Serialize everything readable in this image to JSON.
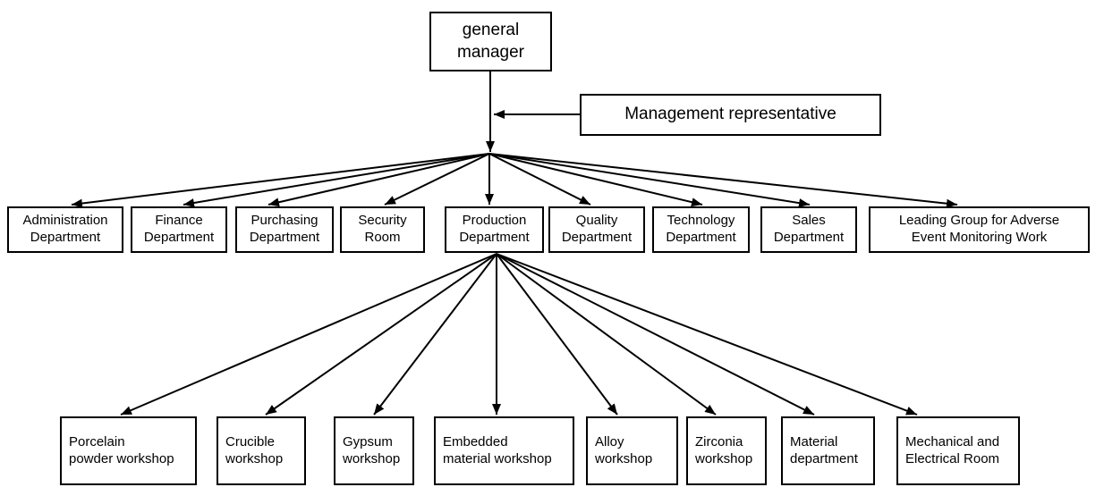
{
  "diagram": {
    "root": {
      "label": "general\nmanager"
    },
    "side_note": {
      "label": "Management representative"
    },
    "level2": [
      {
        "label": "Administration\nDepartment"
      },
      {
        "label": "Finance\nDepartment"
      },
      {
        "label": "Purchasing\nDepartment"
      },
      {
        "label": "Security\nRoom"
      },
      {
        "label": "Production\nDepartment"
      },
      {
        "label": "Quality\nDepartment"
      },
      {
        "label": "Technology\nDepartment"
      },
      {
        "label": "Sales\nDepartment"
      },
      {
        "label": "Leading Group for Adverse\nEvent Monitoring Work"
      }
    ],
    "level3": [
      {
        "label": "Porcelain\npowder workshop"
      },
      {
        "label": "Crucible\nworkshop"
      },
      {
        "label": "Gypsum\nworkshop"
      },
      {
        "label": "Embedded\nmaterial workshop"
      },
      {
        "label": "Alloy\nworkshop"
      },
      {
        "label": "Zirconia\nworkshop"
      },
      {
        "label": "Material\ndepartment"
      },
      {
        "label": "Mechanical and\nElectrical Room"
      }
    ],
    "colors": {
      "line": "#000000",
      "box_border": "#000000",
      "background": "#ffffff"
    }
  }
}
